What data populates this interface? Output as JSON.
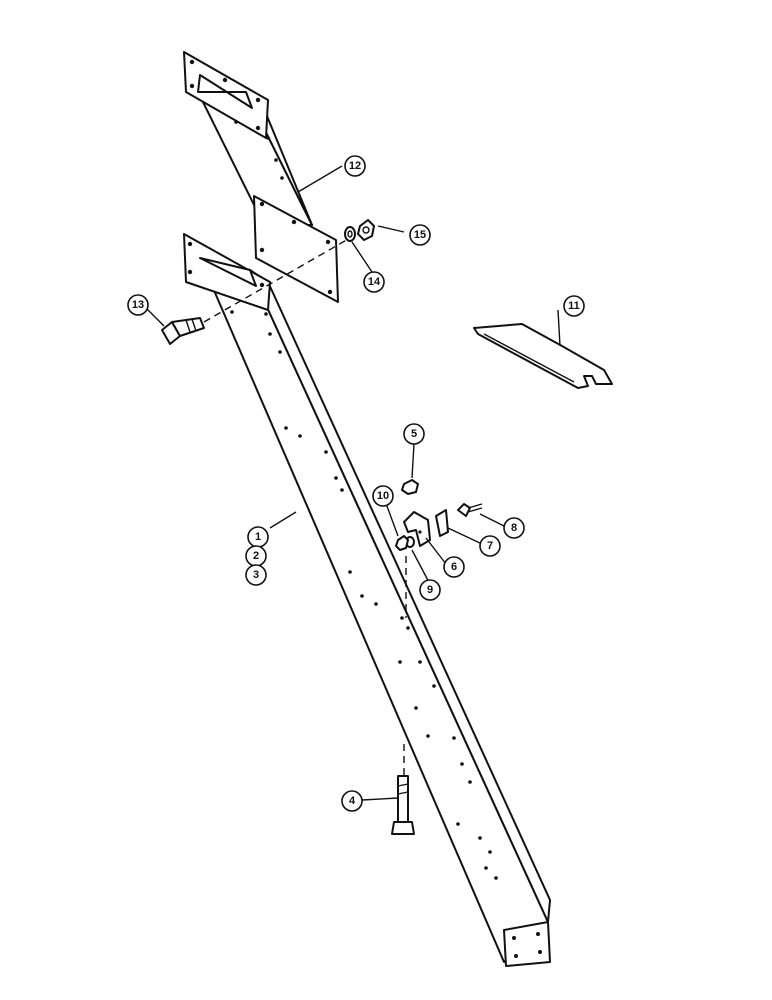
{
  "callouts": {
    "c1": "1",
    "c2": "2",
    "c3": "3",
    "c4": "4",
    "c5": "5",
    "c6": "6",
    "c7": "7",
    "c8": "8",
    "c9": "9",
    "c10": "10",
    "c11": "11",
    "c12": "12",
    "c13": "13",
    "c14": "14",
    "c15": "15"
  },
  "colors": {
    "line": "#111111",
    "background": "#ffffff"
  }
}
